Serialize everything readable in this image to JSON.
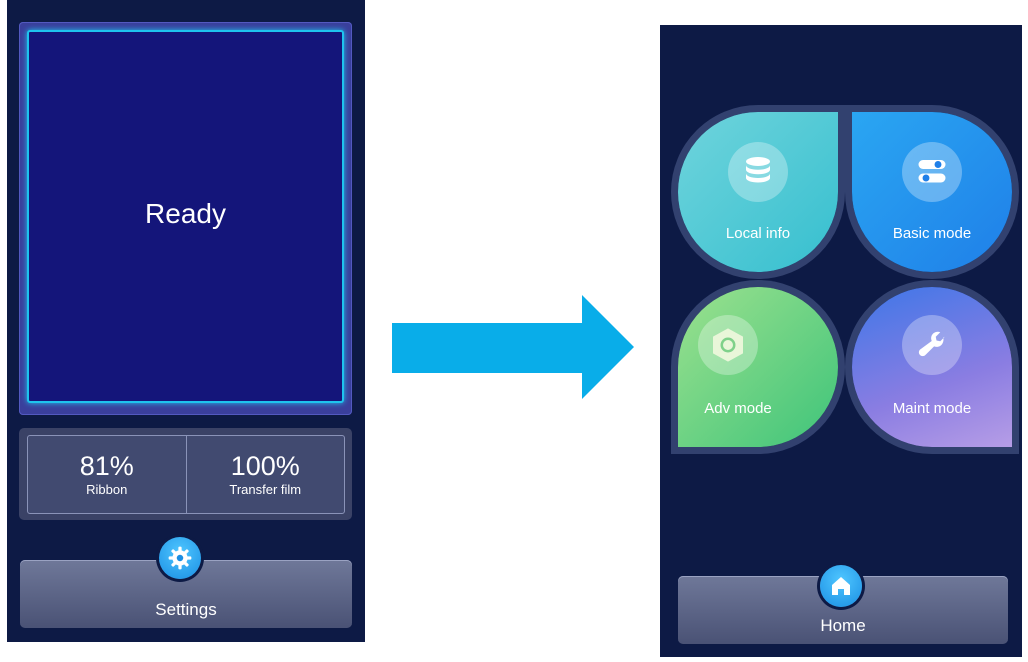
{
  "left_screen": {
    "status": "Ready",
    "levels": [
      {
        "value": "81%",
        "label": "Ribbon"
      },
      {
        "value": "100%",
        "label": "Transfer film"
      }
    ],
    "settings_button": {
      "label": "Settings",
      "icon": "gear-icon"
    }
  },
  "right_screen": {
    "tiles": [
      {
        "label": "Local info",
        "icon": "database-icon"
      },
      {
        "label": "Basic mode",
        "icon": "toggle-switches-icon"
      },
      {
        "label": "Adv mode",
        "icon": "hex-nut-icon"
      },
      {
        "label": "Maint mode",
        "icon": "wrench-icon"
      }
    ],
    "home_button": {
      "label": "Home",
      "icon": "home-icon"
    }
  },
  "colors": {
    "screen_bg": "#0d1a45",
    "status_panel": "#14157a",
    "status_border": "#1ec4ee",
    "arrow": "#09ade9",
    "accent_blue": "#1a8ee3"
  }
}
